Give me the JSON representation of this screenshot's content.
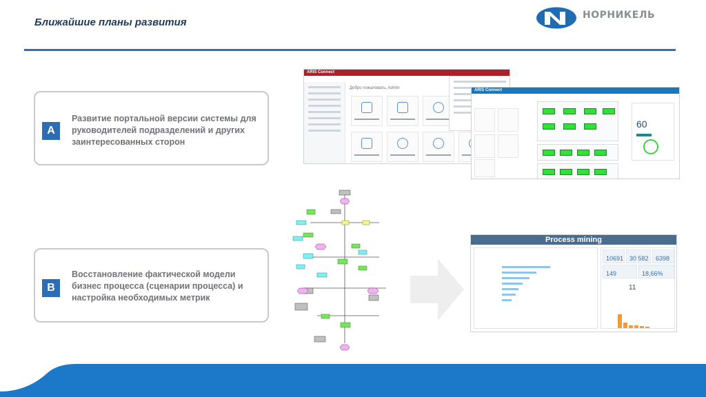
{
  "header": {
    "title": "Ближайшие планы развития"
  },
  "logo": {
    "text": "НОРНИКЕЛЬ",
    "icon": "nornickel-logo-icon"
  },
  "cards": [
    {
      "badge": "A",
      "text": "Развитие портальной версии системы для руководителей подразделений и других заинтересованных сторон"
    },
    {
      "badge": "B",
      "text": "Восстановление фактической модели бизнес процесса (сценарии процесса) и настройка необходимых метрик"
    }
  ],
  "screens": {
    "portal_brand": "ARIS Connect",
    "portal_greeting": "Добро пожаловать, Admin",
    "dashboard_brand": "ARIS Connect",
    "dashboard_value": "60",
    "process_mining_title": "Process mining",
    "pm_stats": [
      "10691",
      "30 582",
      "6398",
      "149",
      "18,66%"
    ],
    "pm_mid_value": "11"
  },
  "colors": {
    "accent": "#2d6db5",
    "title": "#1f3a5a",
    "card_text": "#6f7378",
    "aris_red": "#b01e2a",
    "aris_blue": "#1c78b8",
    "process_green": "#33e03a"
  }
}
